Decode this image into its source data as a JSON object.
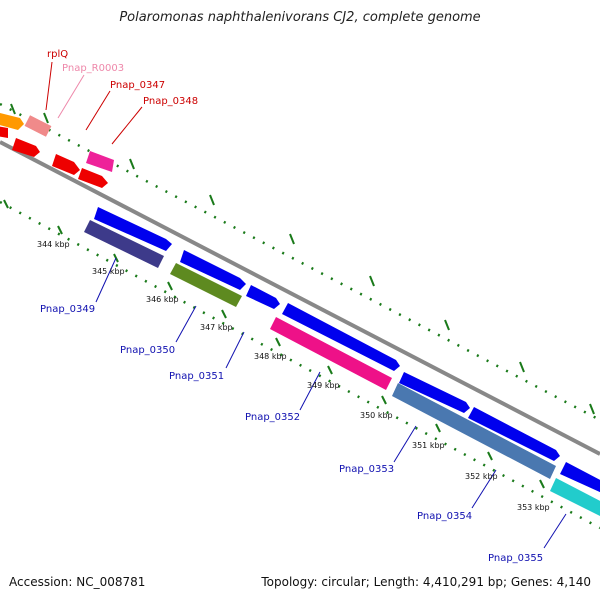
{
  "title": "Polaromonas naphthalenivorans CJ2, complete genome",
  "footer": {
    "accession": "Accession: NC_008781",
    "topology": "Topology: circular; Length: 4,410,291 bp; Genes: 4,140"
  },
  "colors": {
    "backbone": "#888888",
    "tick": "#1a7a1a",
    "label_red": "#cc0000",
    "label_pink": "#ee88aa",
    "label_blue": "#1010b0",
    "gene_orange": "#ff9900",
    "gene_salmon": "#f08a8a",
    "gene_red": "#ee0000",
    "gene_magenta": "#ee2299",
    "gene_blue": "#0000ee",
    "gene_indigo": "#3d3a8a",
    "gene_olive": "#5e8a20",
    "gene_pink": "#ee1188",
    "gene_steel": "#4a78b0",
    "gene_cyan": "#22cccc"
  },
  "forward_labels": [
    {
      "name": "rplQ",
      "color": "label_red"
    },
    {
      "name": "Pnap_R0003",
      "color": "label_pink"
    },
    {
      "name": "Pnap_0347",
      "color": "label_red"
    },
    {
      "name": "Pnap_0348",
      "color": "label_red"
    }
  ],
  "reverse_labels": [
    {
      "name": "Pnap_0349"
    },
    {
      "name": "Pnap_0350"
    },
    {
      "name": "Pnap_0351"
    },
    {
      "name": "Pnap_0352"
    },
    {
      "name": "Pnap_0353"
    },
    {
      "name": "Pnap_0354"
    },
    {
      "name": "Pnap_0355"
    }
  ],
  "kbp_labels": [
    "344 kbp",
    "345 kbp",
    "346 kbp",
    "347 kbp",
    "348 kbp",
    "349 kbp",
    "350 kbp",
    "351 kbp",
    "352 kbp",
    "353 kbp"
  ]
}
